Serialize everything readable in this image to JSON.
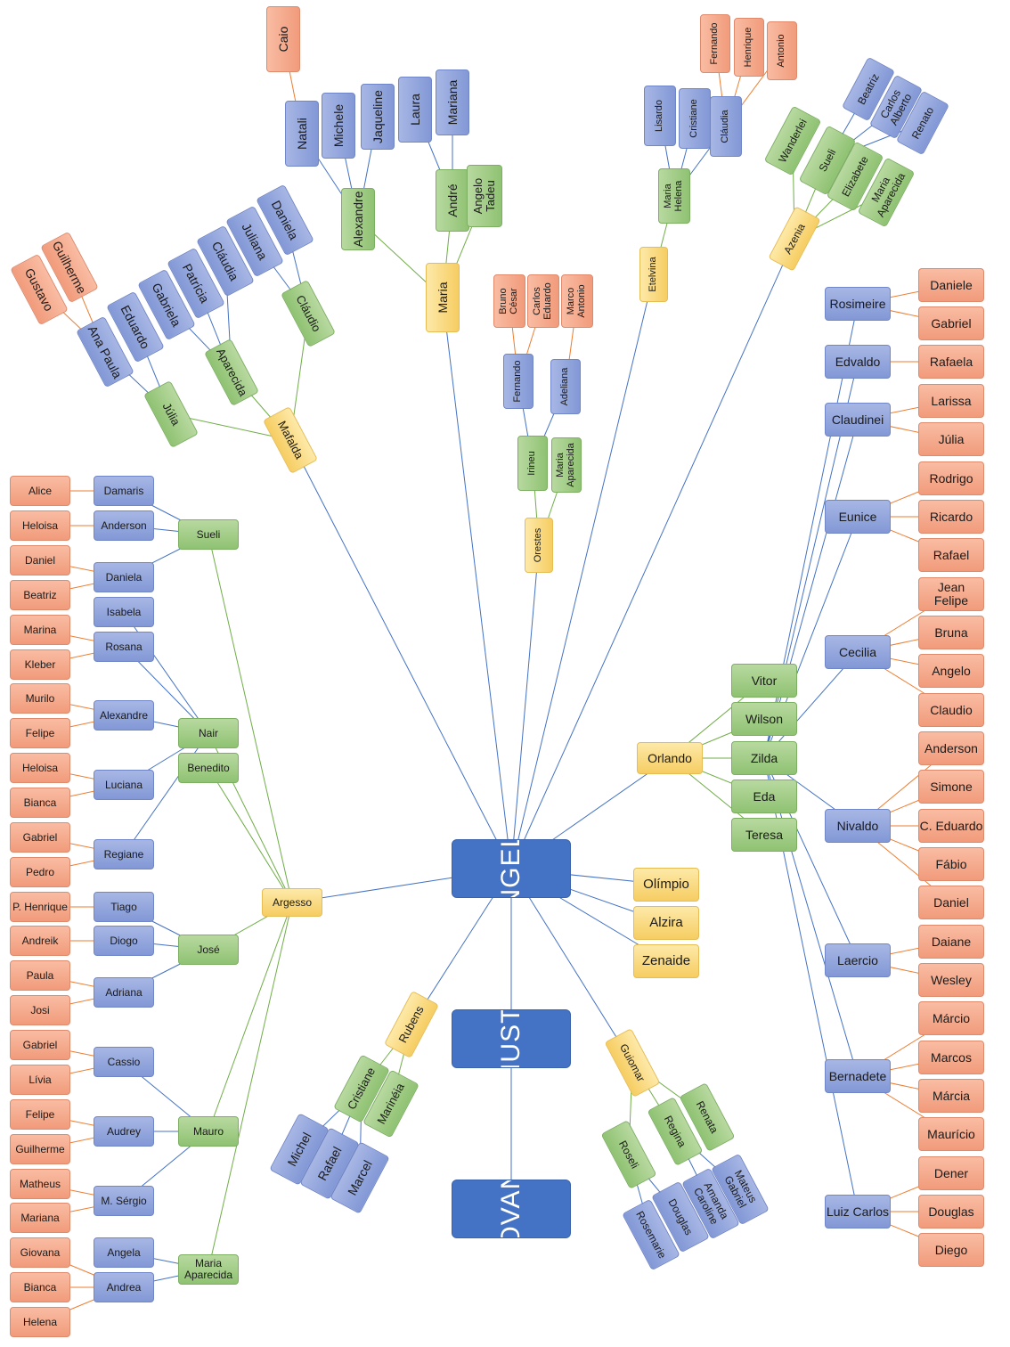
{
  "roots": {
    "angelo": "ANGELO",
    "giusto": "GIUSTO",
    "giovanni": "GIOVANNI"
  },
  "colors": {
    "gen1": "#f6cd62",
    "gen2": "#8fc272",
    "gen3": "#8298d6",
    "gen4": "#f19b7b",
    "root": "#4472c4",
    "line_gen1": "#4472c4",
    "line_gen2": "#70ad47",
    "line_gen3": "#4472c4",
    "line_gen4": "#ed7d31"
  },
  "argesso": {
    "label": "Argesso",
    "children": {
      "sueli": "Sueli",
      "nair": "Nair",
      "benedito": "Benedito",
      "jose": "José",
      "mauro": "Mauro",
      "maria_aparecida": "Maria\nAparecida"
    },
    "grandchildren": {
      "damaris": "Damaris",
      "anderson": "Anderson",
      "daniela": "Daniela",
      "isabela": "Isabela",
      "rosana": "Rosana",
      "alexandre": "Alexandre",
      "luciana": "Luciana",
      "regiane": "Regiane",
      "tiago": "Tiago",
      "diogo": "Diogo",
      "adriana": "Adriana",
      "cassio": "Cassio",
      "audrey": "Audrey",
      "m_sergio": "M. Sérgio",
      "angela": "Angela",
      "andrea": "Andrea"
    },
    "great_grandchildren": {
      "alice": "Alice",
      "heloisa1": "Heloisa",
      "daniel": "Daniel",
      "beatriz": "Beatriz",
      "marina": "Marina",
      "kleber": "Kleber",
      "murilo": "Murilo",
      "felipe1": "Felipe",
      "heloisa2": "Heloisa",
      "bianca1": "Bianca",
      "gabriel1": "Gabriel",
      "pedro": "Pedro",
      "p_henrique": "P. Henrique",
      "andreik": "Andreik",
      "paula": "Paula",
      "josi": "Josi",
      "gabriel2": "Gabriel",
      "livia": "Lívia",
      "felipe2": "Felipe",
      "guilherme": "Guilherme",
      "matheus": "Matheus",
      "mariana": "Mariana",
      "giovana": "Giovana",
      "bianca2": "Bianca",
      "helena": "Helena"
    }
  },
  "orlando": {
    "label": "Orlando",
    "children": {
      "vitor": "Vitor",
      "wilson": "Wilson",
      "zilda": "Zilda",
      "eda": "Eda",
      "teresa": "Teresa"
    },
    "grandchildren": {
      "rosimeire": "Rosimeire",
      "edvaldo": "Edvaldo",
      "claudinei": "Claudinei",
      "eunice": "Eunice",
      "cecilia": "Cecilia",
      "nivaldo": "Nivaldo",
      "laercio": "Laercio",
      "bernadete": "Bernadete",
      "luiz_carlos": "Luiz Carlos"
    },
    "great_grandchildren": {
      "daniele": "Daniele",
      "gabriel": "Gabriel",
      "rafaela": "Rafaela",
      "larissa": "Larissa",
      "julia": "Júlia",
      "rodrigo": "Rodrigo",
      "ricardo": "Ricardo",
      "rafael": "Rafael",
      "jean_felipe": "Jean Felipe",
      "bruna": "Bruna",
      "angelo": "Angelo",
      "claudio": "Claudio",
      "anderson": "Anderson",
      "simone": "Simone",
      "c_eduardo": "C. Eduardo",
      "fabio": "Fábio",
      "daniel": "Daniel",
      "daiane": "Daiane",
      "wesley": "Wesley",
      "marcio": "Márcio",
      "marcos": "Marcos",
      "marcia": "Márcia",
      "mauricio": "Maurício",
      "dener": "Dener",
      "douglas": "Douglas",
      "diego": "Diego"
    }
  },
  "singles": {
    "olimpio": "Olímpio",
    "alzira": "Alzira",
    "zenaide": "Zenaide"
  },
  "mafalda": {
    "label": "Mafalda",
    "children": {
      "julia": "Júlia",
      "aparecida": "Aparecida",
      "claudio": "Cláudio"
    },
    "grandchildren": {
      "ana_paula": "Ana Paula",
      "eduardo": "Eduardo",
      "gabriela": "Gabriela",
      "patricia": "Patrícia",
      "claudia": "Cláudia",
      "juliana": "Juliana",
      "daniela": "Daniela"
    },
    "great_grandchildren": {
      "gustavo": "Gustavo",
      "guilherme": "Guilherme"
    }
  },
  "maria": {
    "label": "Maria",
    "children": {
      "alexandre": "Alexandre",
      "andre": "André",
      "angelo_tadeu": "Angelo\nTadeu"
    },
    "grandchildren": {
      "natali": "Natali",
      "michele": "Michele",
      "jaqueline": "Jaqueline",
      "laura": "Laura",
      "mariana": "Mariana"
    },
    "great_grandchildren": {
      "caio": "Caio"
    }
  },
  "orestes": {
    "label": "Orestes",
    "children": {
      "irineu": "Irineu",
      "maria_aparecida": "Maria\nAparecida"
    },
    "grandchildren": {
      "fernando": "Fernando",
      "adeliana": "Adeliana"
    },
    "great_grandchildren": {
      "bruno_cesar": "Bruno\nCésar",
      "carlos_eduardo": "Carlos\nEduardo",
      "marco_antonio": "Marco\nAntonio"
    }
  },
  "etelvina": {
    "label": "Etelvina",
    "children": {
      "maria_helena": "Maria\nHelena"
    },
    "grandchildren": {
      "lisardo": "Lisardo",
      "cristiane": "Cristiane",
      "claudia": "Cláudia"
    },
    "great_grandchildren": {
      "fernando": "Fernando",
      "henrique": "Henrique",
      "antonio": "Antonio"
    }
  },
  "azenia": {
    "label": "Azenia",
    "children": {
      "wanderlei": "Wanderlei",
      "sueli": "Sueli",
      "elizabete": "Elizabete",
      "maria_aparecida": "Maria\nAparecida"
    },
    "grandchildren": {
      "beatriz": "Beatriz",
      "carlos_alberto": "Carlos\nAlberto",
      "renato": "Renato"
    }
  },
  "rubens": {
    "label": "Rubens",
    "children": {
      "cristiane": "Cristiane",
      "marineia": "Marinéia"
    },
    "grandchildren": {
      "michel": "Michel",
      "rafael": "Rafael",
      "marcel": "Marcel"
    }
  },
  "guiomar": {
    "label": "Guiomar",
    "children": {
      "roseli": "Roseli",
      "regina": "Regina",
      "renata": "Renata"
    },
    "grandchildren": {
      "rosemarie": "Rosemarie",
      "douglas": "Douglas",
      "amanda_caroline": "Amanda\nCaroline",
      "mateus_gabriel": "Mateus\nGabriel"
    }
  }
}
